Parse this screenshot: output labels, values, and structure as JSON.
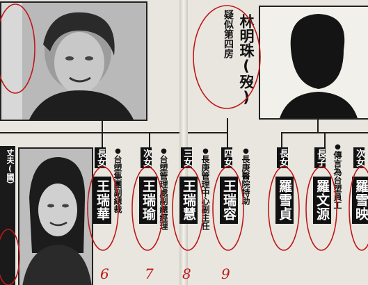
{
  "left_page": {
    "side_label": "丈夫(國）",
    "daughters": [
      {
        "relation": "長女",
        "name": "王瑞華",
        "role": "台塑集團副總裁",
        "mark": "6"
      },
      {
        "relation": "次女",
        "name": "王瑞瑜",
        "role": "台塑管理處副總經理",
        "mark": "7"
      },
      {
        "relation": "三女",
        "name": "王瑞慧",
        "role": "",
        "mark": "8"
      }
    ]
  },
  "right_page": {
    "mother_name": "林明珠(歿)",
    "mother_note": "疑似第四房",
    "children": [
      {
        "relation": "四女",
        "name": "王瑞容",
        "role": "長庚管理中心副主任",
        "mark": "9"
      },
      {
        "relation": "",
        "name": "",
        "role": "長庚醫院特助",
        "mark": ""
      },
      {
        "relation": "長女",
        "name": "羅雪貞",
        "role": "",
        "mark": ""
      },
      {
        "relation": "長子",
        "name": "羅文源",
        "role": "傳言為台塑員工",
        "mark": ""
      },
      {
        "relation": "次女",
        "name": "羅雪映",
        "role": "",
        "mark": ""
      }
    ]
  },
  "icons": {
    "photo_top": "portrait-photo-icon",
    "photo_mid": "portrait-photo-icon",
    "silhouette": "silhouette-icon"
  },
  "colors": {
    "pen_red": "#c01818",
    "ink": "#111111",
    "paper": "#e9e6df"
  }
}
